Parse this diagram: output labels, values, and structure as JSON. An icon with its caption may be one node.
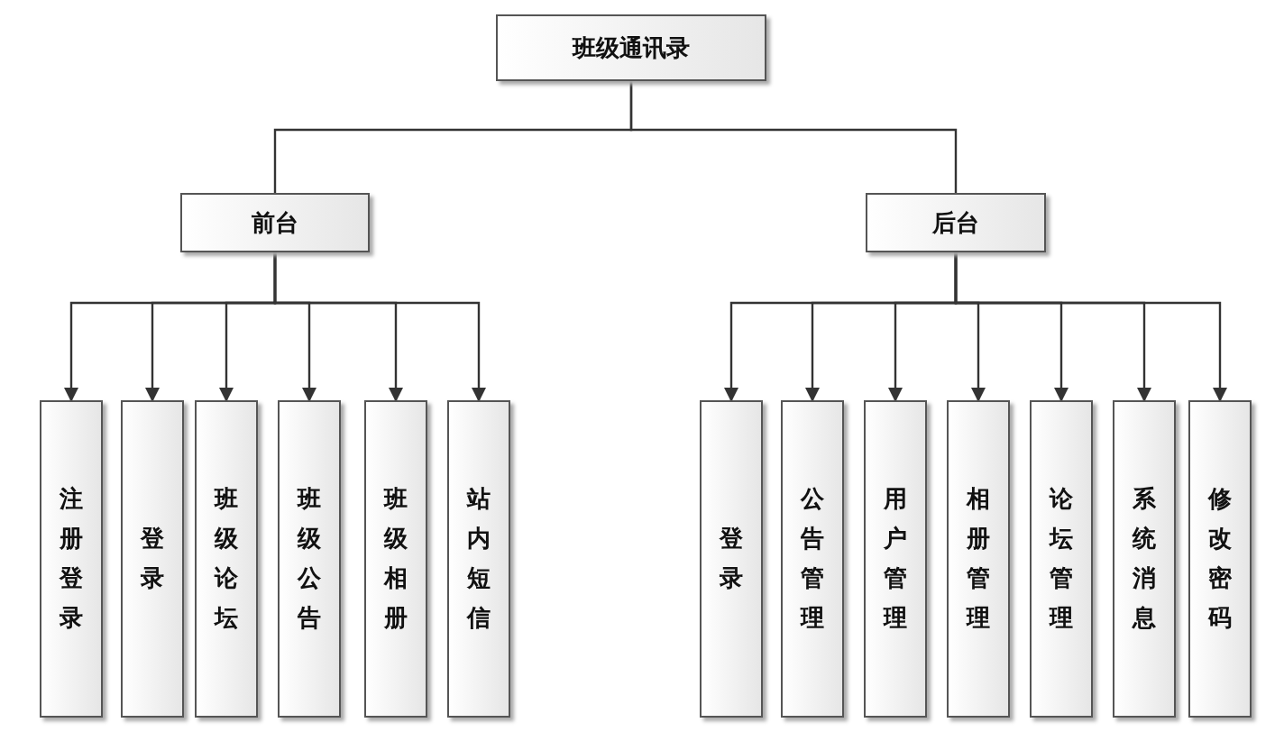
{
  "diagram": {
    "nodes": [
      {
        "text": [
          "班级通讯录"
        ]
      },
      {
        "text": [
          "前台"
        ]
      },
      {
        "text": [
          "后台"
        ]
      },
      {
        "text": [
          "注册登录"
        ]
      },
      {
        "text": [
          "登录"
        ]
      },
      {
        "text": [
          "班级论坛"
        ]
      },
      {
        "text": [
          "班级公告"
        ]
      },
      {
        "text": [
          "班级相册"
        ]
      },
      {
        "text": [
          "站内短信"
        ]
      },
      {
        "text": [
          "登录"
        ]
      },
      {
        "text": [
          "公告管理"
        ]
      },
      {
        "text": [
          "用户管理"
        ]
      },
      {
        "text": [
          "相册管理"
        ]
      },
      {
        "text": [
          "论坛管理"
        ]
      },
      {
        "text": [
          "系统消息"
        ]
      },
      {
        "text": [
          "修改密码"
        ]
      }
    ],
    "edges": [
      {
        "from": 0,
        "to": 1,
        "arrow": "none"
      },
      {
        "from": 0,
        "to": 2,
        "arrow": "none"
      },
      {
        "from": 1,
        "to": 3,
        "arrow": "to"
      },
      {
        "from": 1,
        "to": 4,
        "arrow": "to"
      },
      {
        "from": 1,
        "to": 5,
        "arrow": "to"
      },
      {
        "from": 1,
        "to": 6,
        "arrow": "to"
      },
      {
        "from": 1,
        "to": 7,
        "arrow": "to"
      },
      {
        "from": 1,
        "to": 8,
        "arrow": "to"
      },
      {
        "from": 2,
        "to": 9,
        "arrow": "to"
      },
      {
        "from": 2,
        "to": 10,
        "arrow": "to"
      },
      {
        "from": 2,
        "to": 11,
        "arrow": "to"
      },
      {
        "from": 2,
        "to": 12,
        "arrow": "to"
      },
      {
        "from": 2,
        "to": 13,
        "arrow": "to"
      },
      {
        "from": 2,
        "to": 14,
        "arrow": "to"
      },
      {
        "from": 2,
        "to": 15,
        "arrow": "to"
      }
    ]
  }
}
